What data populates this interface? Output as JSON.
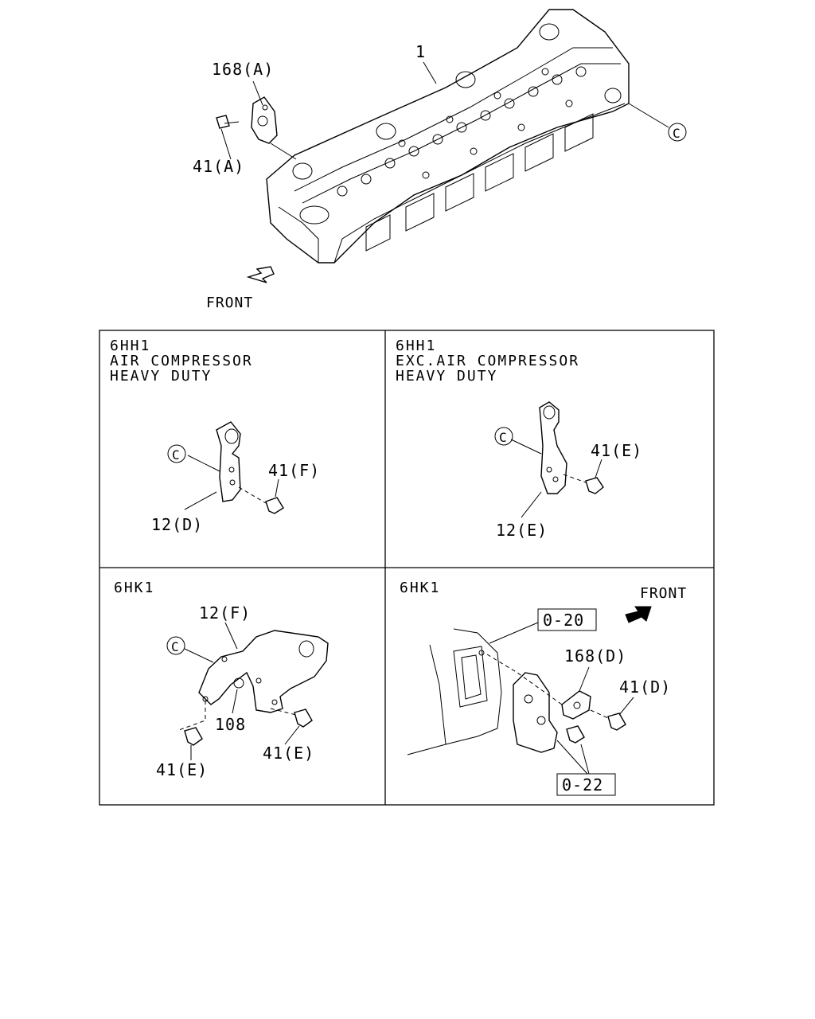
{
  "top": {
    "label_168a": "168(A)",
    "label_1": "1",
    "label_41a": "41(A)",
    "label_c": "C",
    "front": "FRONT"
  },
  "panels": {
    "p1": {
      "line1": "6HH1",
      "line2": "AIR COMPRESSOR",
      "line3": "HEAVY DUTY",
      "label_c": "C",
      "label_41f": "41(F)",
      "label_12d": "12(D)"
    },
    "p2": {
      "line1": "6HH1",
      "line2": "EXC.AIR COMPRESSOR",
      "line3": "HEAVY DUTY",
      "label_c": "C",
      "label_41e": "41(E)",
      "label_12e": "12(E)"
    },
    "p3": {
      "line1": "6HK1",
      "label_12f": "12(F)",
      "label_c": "C",
      "label_108": "108",
      "label_41e_left": "41(E)",
      "label_41e_right": "41(E)"
    },
    "p4": {
      "line1": "6HK1",
      "front": "FRONT",
      "ref_020": "0-20",
      "label_168d": "168(D)",
      "label_41d": "41(D)",
      "ref_022": "0-22"
    }
  }
}
